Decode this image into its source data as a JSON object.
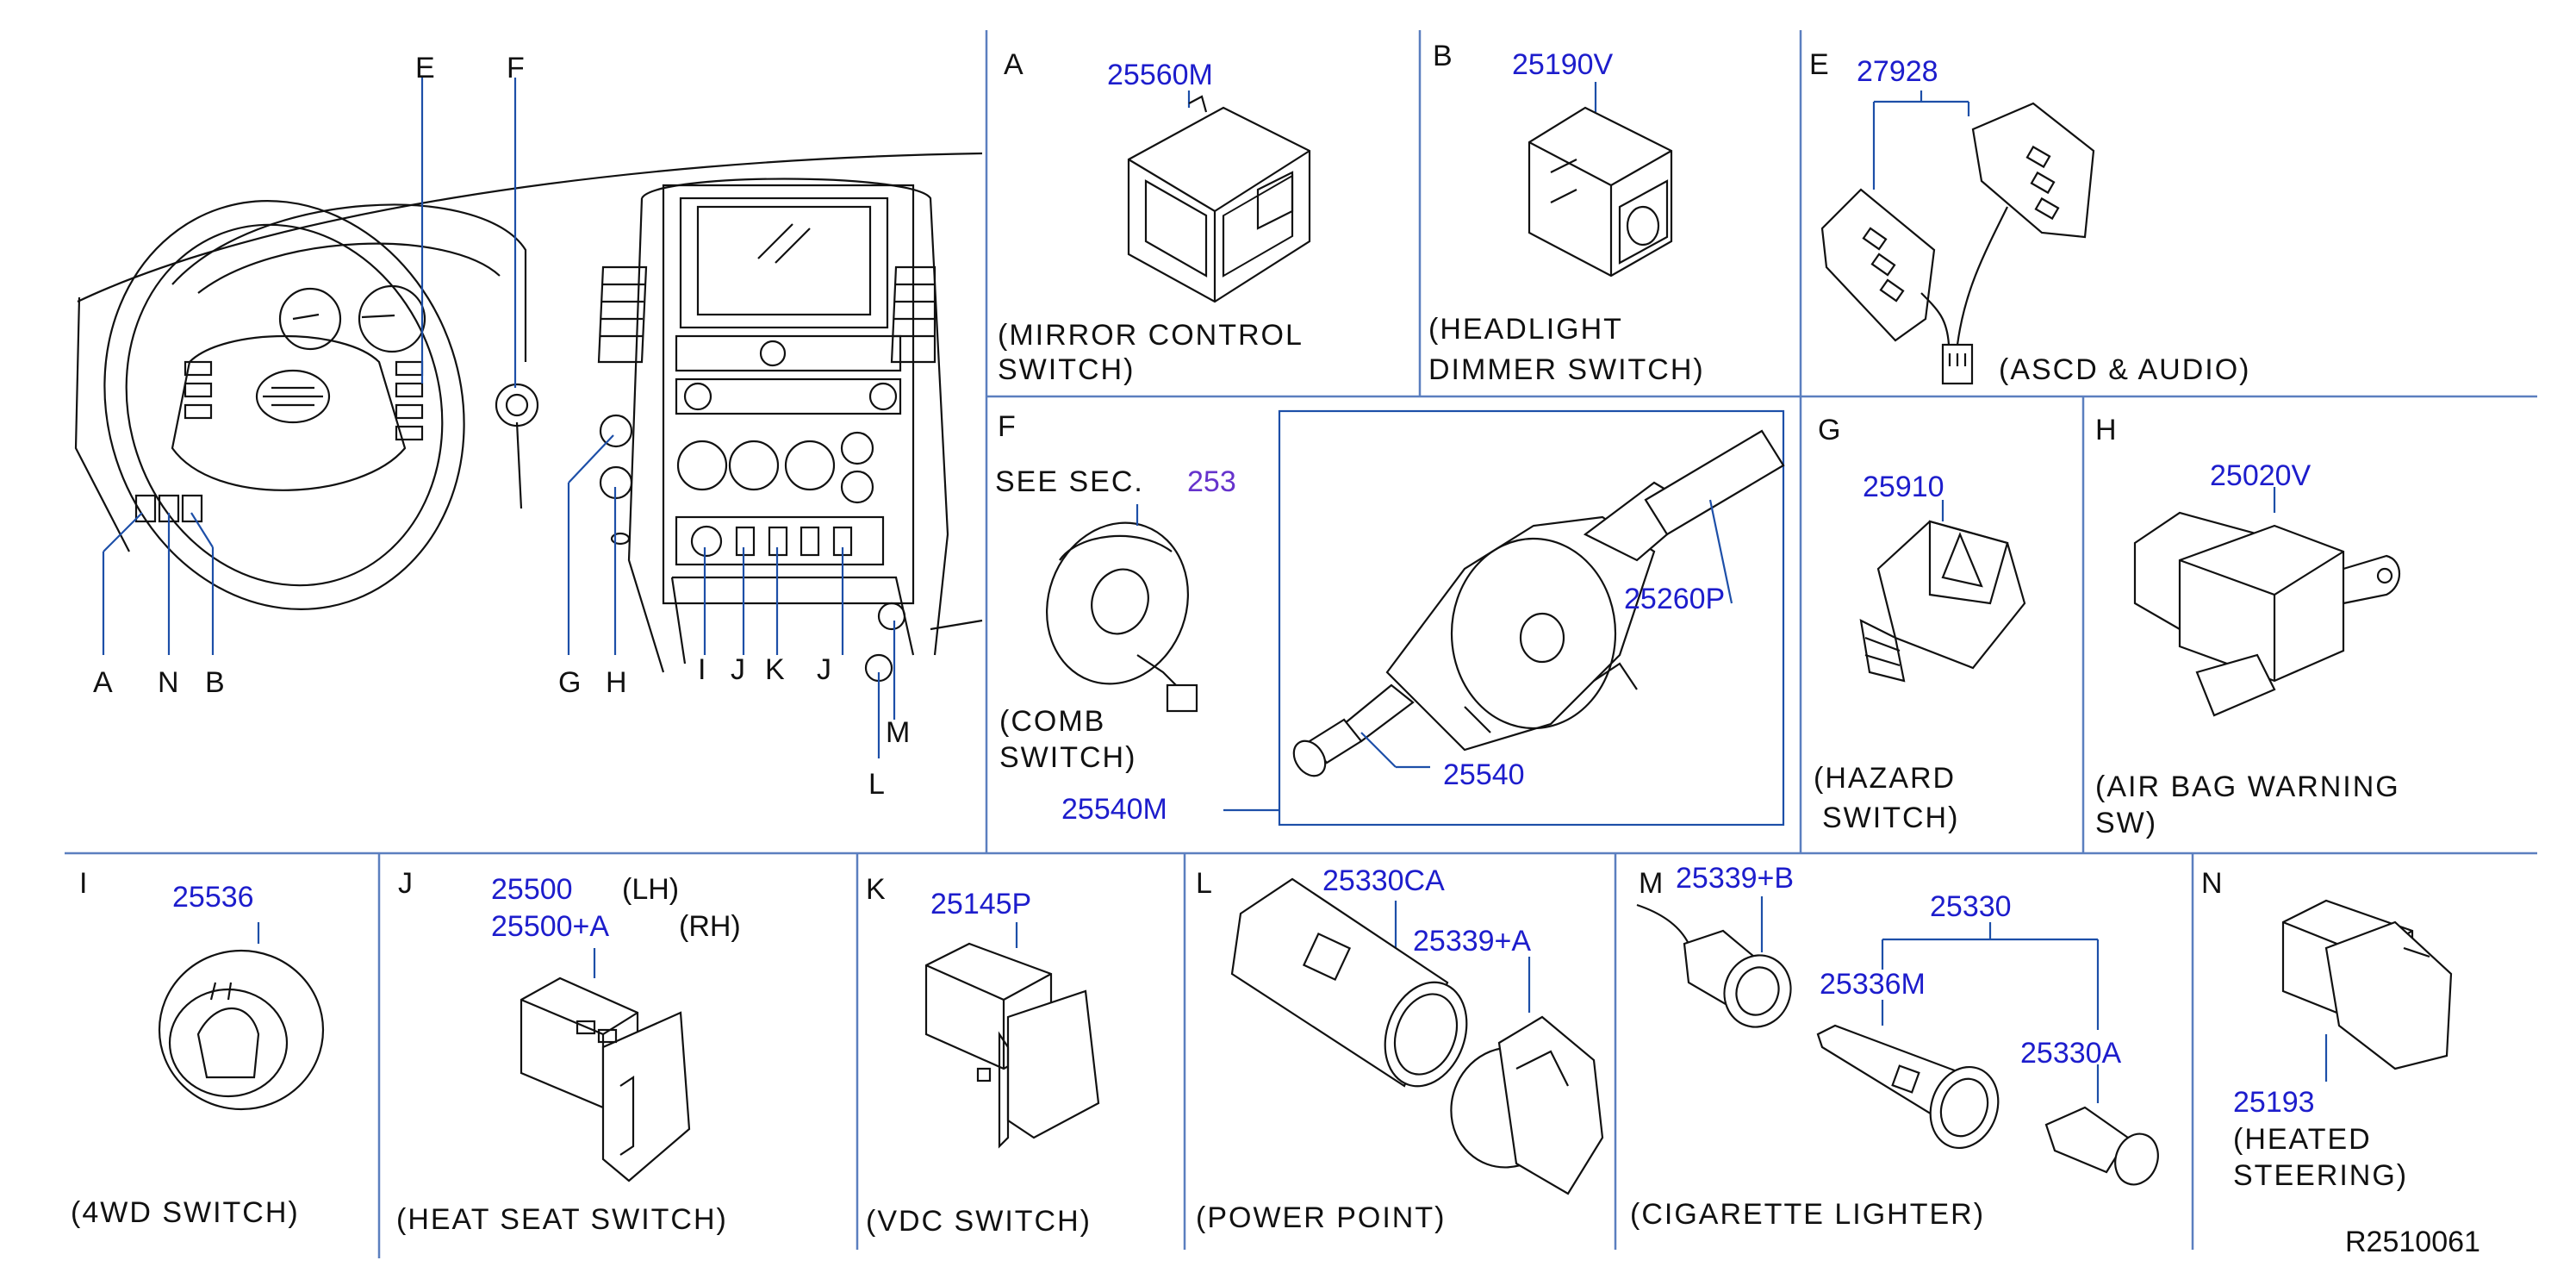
{
  "overview": {
    "callouts": [
      "E",
      "F",
      "A",
      "N",
      "B",
      "G",
      "H",
      "I",
      "J",
      "K",
      "J",
      "M",
      "L"
    ]
  },
  "panels": {
    "A": {
      "letter": "A",
      "part": "25560M",
      "caption1": "(MIRROR   CONTROL",
      "caption2": "SWITCH)"
    },
    "B": {
      "letter": "B",
      "part": "25190V",
      "caption1": "(HEADLIGHT",
      "caption2": "DIMMER   SWITCH)"
    },
    "E": {
      "letter": "E",
      "part": "27928",
      "caption1": "(ASCD   &   AUDIO)"
    },
    "F": {
      "letter": "F",
      "see": "SEE   SEC.",
      "section": "253",
      "part_comb": "25540M",
      "part_lever": "25260P",
      "part_lever2": "25540",
      "caption1": "(COMB",
      "caption2": "SWITCH)"
    },
    "G": {
      "letter": "G",
      "part": "25910",
      "caption1": "(HAZARD",
      "caption2": "SWITCH)"
    },
    "H": {
      "letter": "H",
      "part": "25020V",
      "caption1": "(AIR   BAG   WARNING",
      "caption2": "SW)"
    },
    "I": {
      "letter": "I",
      "part": "25536",
      "caption1": "(4WD   SWITCH)"
    },
    "J": {
      "letter": "J",
      "part1": "25500",
      "side1": "(LH)",
      "part2": "25500+A",
      "side2": "(RH)",
      "caption1": "(HEAT   SEAT   SWITCH)"
    },
    "K": {
      "letter": "K",
      "part": "25145P",
      "caption1": "(VDC   SWITCH)"
    },
    "L": {
      "letter": "L",
      "part1": "25330CA",
      "part2": "25339+A",
      "caption1": "(POWER   POINT)"
    },
    "M": {
      "letter": "M",
      "part1": "25339+B",
      "part2": "25330",
      "part3": "25336M",
      "part4": "25330A",
      "caption1": "(CIGARETTE   LIGHTER)"
    },
    "N": {
      "letter": "N",
      "part": "25193",
      "caption1": "(HEATED",
      "caption2": "STEERING)"
    }
  },
  "drawing_number": "R2510061",
  "colors": {
    "part_number": "#1d1dcc",
    "section_ref": "#6633cc",
    "divider": "#5b7fbf"
  }
}
